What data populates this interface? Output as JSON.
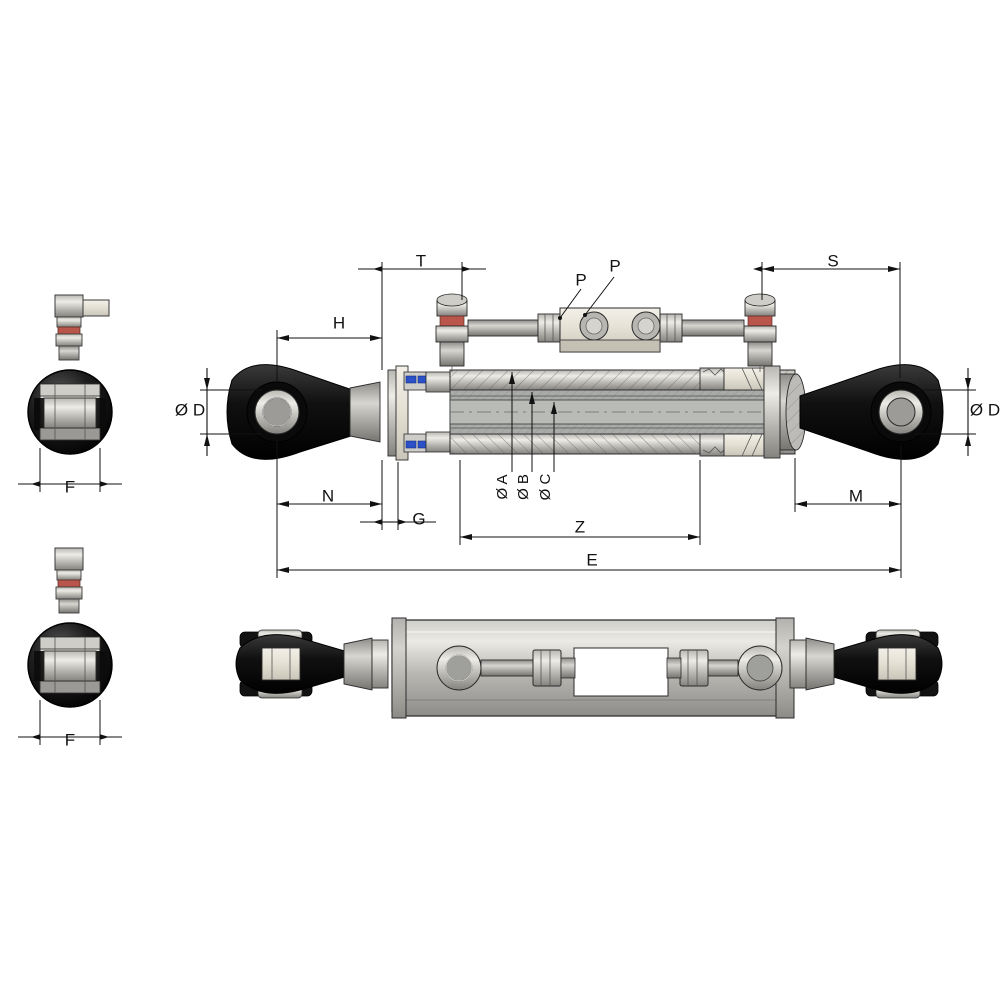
{
  "document": {
    "type": "technical-drawing",
    "title": "Hydraulic top link cylinder — dimensioned engineering drawing",
    "background_color": "#ffffff",
    "line_color": "#111111"
  },
  "views": [
    {
      "name": "end-view-top-left",
      "label": ""
    },
    {
      "name": "end-view-bottom-left",
      "label": ""
    },
    {
      "name": "section-view-main",
      "label": ""
    },
    {
      "name": "exterior-view-bottom",
      "label": ""
    }
  ],
  "dimensions": {
    "top_left_view": [
      {
        "id": "F",
        "label": "F",
        "view": "end-view-top-left"
      }
    ],
    "bottom_left_view": [
      {
        "id": "F2",
        "label": "F",
        "view": "end-view-bottom-left"
      }
    ],
    "section_view": [
      {
        "id": "T",
        "label": "T"
      },
      {
        "id": "S",
        "label": "S"
      },
      {
        "id": "H",
        "label": "H"
      },
      {
        "id": "P1",
        "label": "P"
      },
      {
        "id": "P2",
        "label": "P"
      },
      {
        "id": "D_left",
        "label": "Ø D"
      },
      {
        "id": "D_right",
        "label": "Ø D"
      },
      {
        "id": "N",
        "label": "N"
      },
      {
        "id": "G",
        "label": "G"
      },
      {
        "id": "M",
        "label": "M"
      },
      {
        "id": "A",
        "label": "Ø A"
      },
      {
        "id": "B",
        "label": "Ø B"
      },
      {
        "id": "C",
        "label": "Ø C"
      },
      {
        "id": "Z",
        "label": "Z"
      },
      {
        "id": "E",
        "label": "E"
      }
    ]
  },
  "colors": {
    "metal_light": "#d8d6d2",
    "metal_mid": "#b4b2ae",
    "metal_dark": "#8c8a87",
    "barrel_fill": "#a6a7a3",
    "black_part": "#1b1b1b",
    "seal_blue": "#2b50c8",
    "cream": "#e8e4da",
    "line": "#111111"
  }
}
